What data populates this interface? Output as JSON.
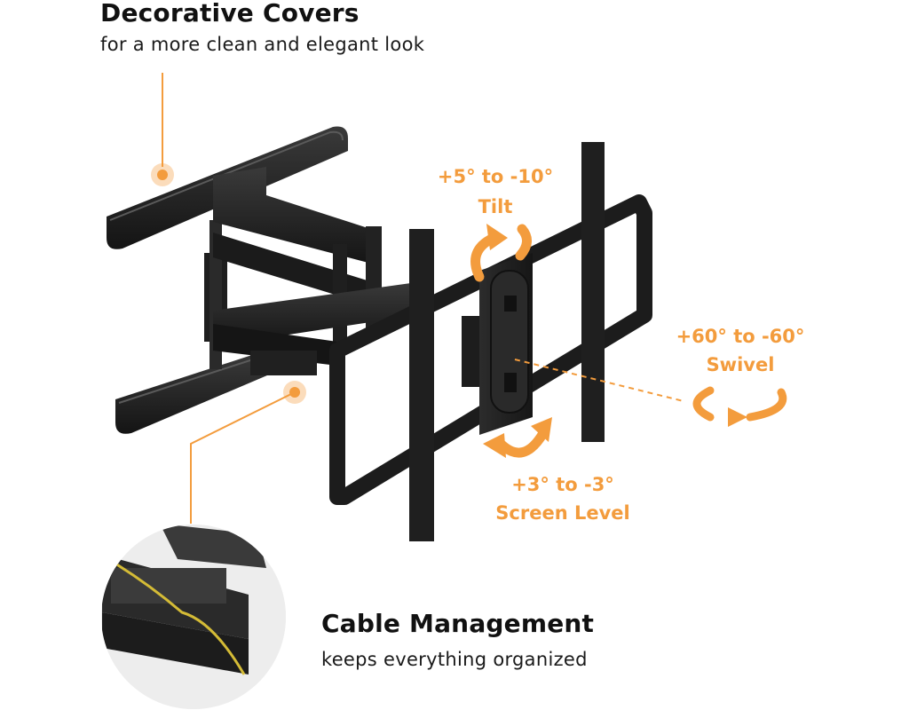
{
  "decorative_covers": {
    "title": "Decorative Covers",
    "subtitle": "for a more clean and elegant look"
  },
  "tilt": {
    "range": "+5° to -10°",
    "label": "Tilt"
  },
  "swivel": {
    "range": "+60° to -60°",
    "label": "Swivel"
  },
  "screen_level": {
    "range": "+3° to -3°",
    "label": "Screen Level"
  },
  "cable_management": {
    "title": "Cable Management",
    "subtitle": "keeps everything organized"
  },
  "colors": {
    "accent": "#f39c3d",
    "mount": "#1c1c1c",
    "text": "#111111"
  },
  "icons": [
    "tilt-arrow-icon",
    "swivel-arrow-icon",
    "screen-level-arrow-icon"
  ]
}
